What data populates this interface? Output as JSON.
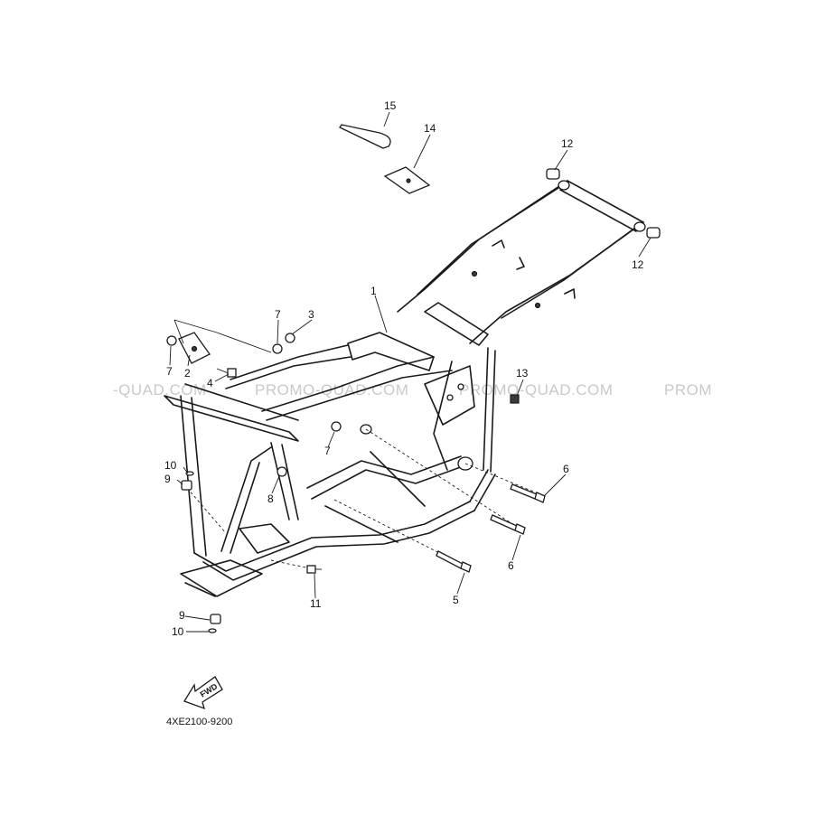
{
  "diagram": {
    "part_code": "4XE2100-9200",
    "fwd_label": "FWD",
    "watermarks": [
      "-QUAD.COM",
      "PROMO-QUAD.COM",
      "PROMO-QUAD.COM",
      "PROM"
    ],
    "callouts": {
      "c1": "1",
      "c2": "2",
      "c3": "3",
      "c4": "4",
      "c5": "5",
      "c6a": "6",
      "c6b": "6",
      "c7a": "7",
      "c7b": "7",
      "c7c": "7",
      "c8": "8",
      "c9a": "9",
      "c9b": "9",
      "c10a": "10",
      "c10b": "10",
      "c11": "11",
      "c12a": "12",
      "c12b": "12",
      "c13": "13",
      "c14": "14",
      "c15": "15"
    }
  }
}
